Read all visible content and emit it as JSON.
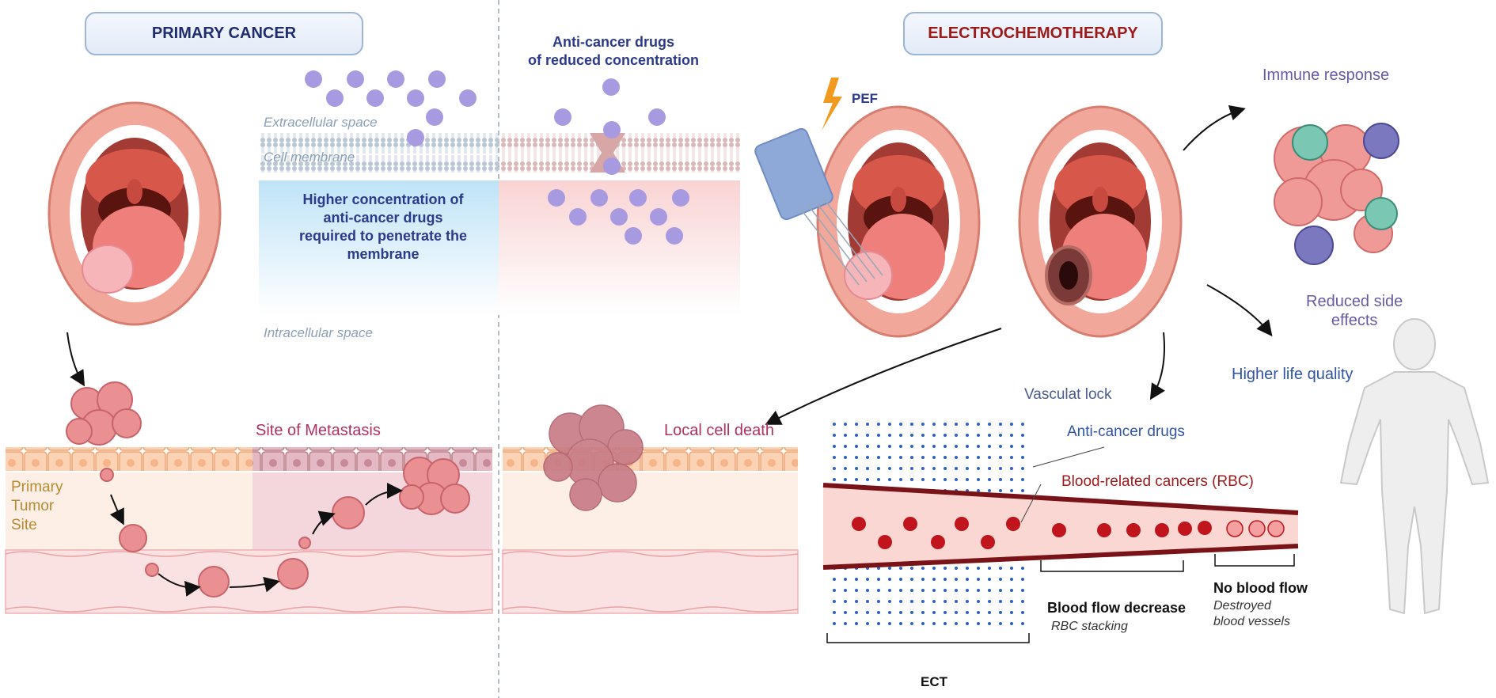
{
  "panels": {
    "primary_cancer": "PRIMARY CANCER",
    "electrochemotherapy": "ELECTROCHEMOTHERAPY"
  },
  "membrane_panel": {
    "extracellular": "Extracellular space",
    "cell_membrane": "Cell membrane",
    "intracellular": "Intracellular space",
    "higher_concentration": [
      "Higher concentration of",
      "anti-cancer drugs",
      "required to penetrate the",
      "membrane"
    ],
    "reduced_concentration": [
      "Anti-cancer drugs",
      "of reduced concentration"
    ],
    "pef": "PEF"
  },
  "metastasis_panel": {
    "site_of_metastasis": "Site of Metastasis",
    "primary_tumor_site": [
      "Primary",
      "Tumor",
      "Site"
    ],
    "local_cell_death": "Local cell death"
  },
  "outcomes": {
    "immune_response": "Immune response",
    "reduced_side_effects": [
      "Reduced side",
      "effects"
    ],
    "higher_life_quality": "Higher life quality"
  },
  "vessel_panel": {
    "vascular_lock": "Vasculat lock",
    "anti_cancer_drugs": "Anti-cancer drugs",
    "blood_related_cancers": "Blood-related cancers (RBC)",
    "ect": "ECT",
    "blood_flow_decrease": "Blood flow decrease",
    "rbc_stacking": "RBC stacking",
    "no_blood_flow": "No blood flow",
    "destroyed_vessels": "Destroyed",
    "destroyed_vessels_2": "blood vessels"
  },
  "colors": {
    "navy": "#2b3a8a",
    "maroon": "#9c1a1a",
    "drug_purple": "#a79ae0",
    "tissue_pink": "#f3b3ab",
    "tumor_red": "#e58a8a",
    "rbc_red": "#c0151c",
    "dot_blue": "#2f63b8"
  },
  "icons": [
    "lightning-icon",
    "electrode-icon",
    "mouth-illustration",
    "tumor-cluster-icon",
    "human-silhouette-icon",
    "immune-cell-icon"
  ]
}
